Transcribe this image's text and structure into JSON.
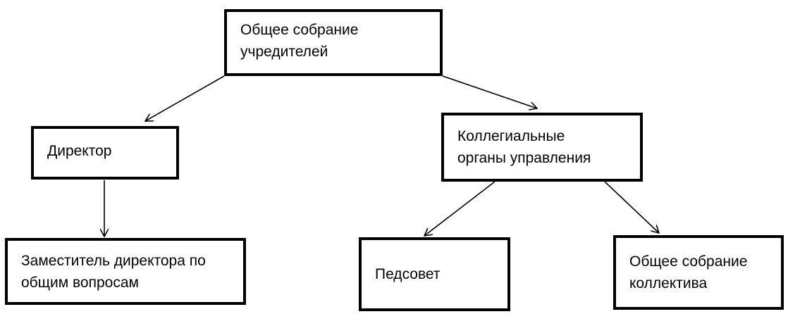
{
  "diagram": {
    "nodes": [
      {
        "id": "founders",
        "lines": [
          "Общее собрание",
          "учредителей"
        ]
      },
      {
        "id": "director",
        "lines": [
          "Директор"
        ]
      },
      {
        "id": "collegial",
        "lines": [
          "Коллегиальные",
          "органы управления"
        ]
      },
      {
        "id": "deputy",
        "lines": [
          "Заместитель директора по",
          "общим вопросам"
        ]
      },
      {
        "id": "pedsovet",
        "lines": [
          "Педсовет"
        ]
      },
      {
        "id": "collective",
        "lines": [
          "Общее собрание",
          "коллектива"
        ]
      }
    ],
    "edges": [
      {
        "from": "founders",
        "to": "director"
      },
      {
        "from": "founders",
        "to": "collegial"
      },
      {
        "from": "director",
        "to": "deputy"
      },
      {
        "from": "collegial",
        "to": "pedsovet"
      },
      {
        "from": "collegial",
        "to": "collective"
      }
    ]
  }
}
